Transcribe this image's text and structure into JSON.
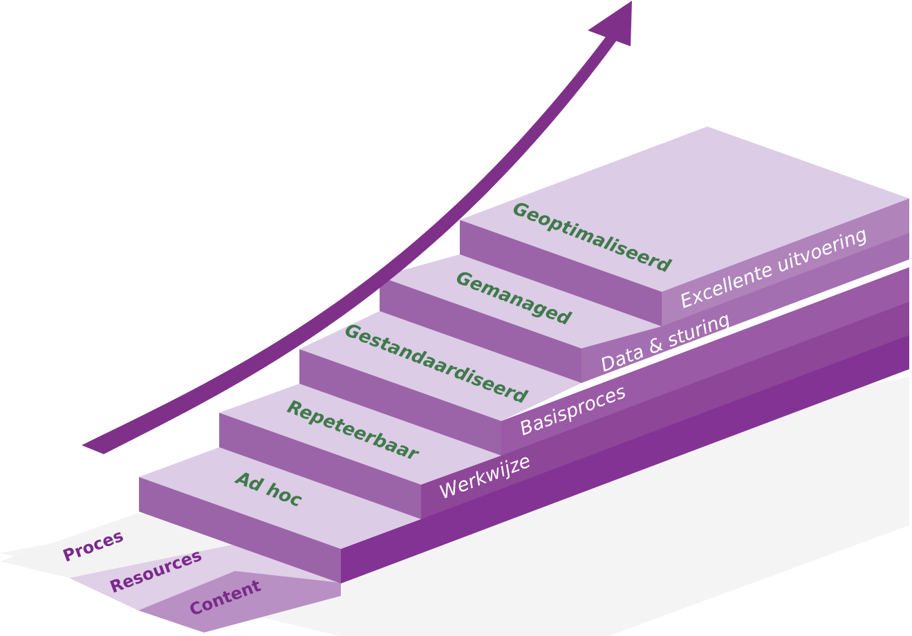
{
  "diagram": {
    "type": "maturity-staircase",
    "colors": {
      "arrow": "#7f318a",
      "step_top": "#dccce6",
      "step_riser": "#9c64a8",
      "side_colors": [
        "#833393",
        "#8d4698",
        "#9a5aa6",
        "#a46fb0",
        "#b083bb"
      ],
      "floor_light": "#f3f3f3",
      "floor_mid": "#dccce6",
      "floor_dark": "#b68fc3",
      "level_text": "#3f7a4a",
      "side_text": "#ffffff",
      "floor_text": "#7a2a8a"
    },
    "levels": [
      {
        "name": "Ad hoc",
        "side_label": ""
      },
      {
        "name": "Repeteerbaar",
        "side_label": "Werkwijze"
      },
      {
        "name": "Gestandaardiseerd",
        "side_label": "Basisproces"
      },
      {
        "name": "Gemanaged",
        "side_label": "Data & sturing"
      },
      {
        "name": "Geoptimaliseerd",
        "side_label": "Excellente uitvoering"
      }
    ],
    "floor_labels": [
      "Proces",
      "Resources",
      "Content"
    ],
    "arrow": {
      "icon": "arrow-up-right-icon",
      "meaning": "growth"
    }
  }
}
